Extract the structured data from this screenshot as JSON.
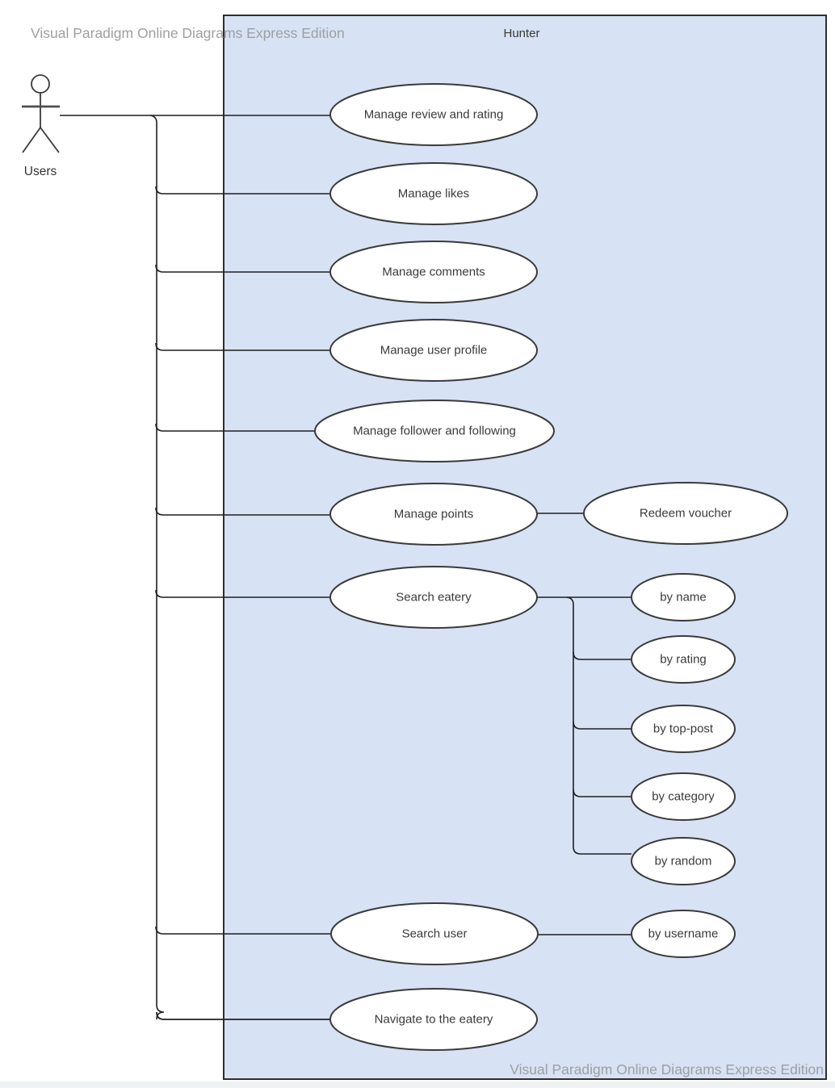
{
  "app": {
    "watermark_top": "Visual Paradigm Online Diagrams Express Edition",
    "watermark_bottom": "Visual Paradigm Online Diagrams Express Edition"
  },
  "diagram": {
    "type": "uml-use-case-diagram",
    "system_boundary": {
      "label": "Hunter",
      "fill_color": "#d7e2f4",
      "border_color": "#2e2e2e"
    },
    "actor": {
      "label": "Users"
    },
    "use_cases": [
      {
        "label": "Manage review and rating"
      },
      {
        "label": "Manage likes"
      },
      {
        "label": "Manage comments"
      },
      {
        "label": "Manage user profile"
      },
      {
        "label": "Manage follower and following"
      },
      {
        "label": "Manage points"
      },
      {
        "label": "Search eatery"
      },
      {
        "label": "Search user"
      },
      {
        "label": "Navigate to the eatery"
      }
    ],
    "sub_use_cases": [
      {
        "label": "Redeem voucher",
        "parent": "Manage points"
      },
      {
        "label": "by name",
        "parent": "Search eatery"
      },
      {
        "label": "by rating",
        "parent": "Search eatery"
      },
      {
        "label": "by top-post",
        "parent": "Search eatery"
      },
      {
        "label": "by category",
        "parent": "Search eatery"
      },
      {
        "label": "by random",
        "parent": "Search eatery"
      },
      {
        "label": "by username",
        "parent": "Search user"
      }
    ]
  }
}
